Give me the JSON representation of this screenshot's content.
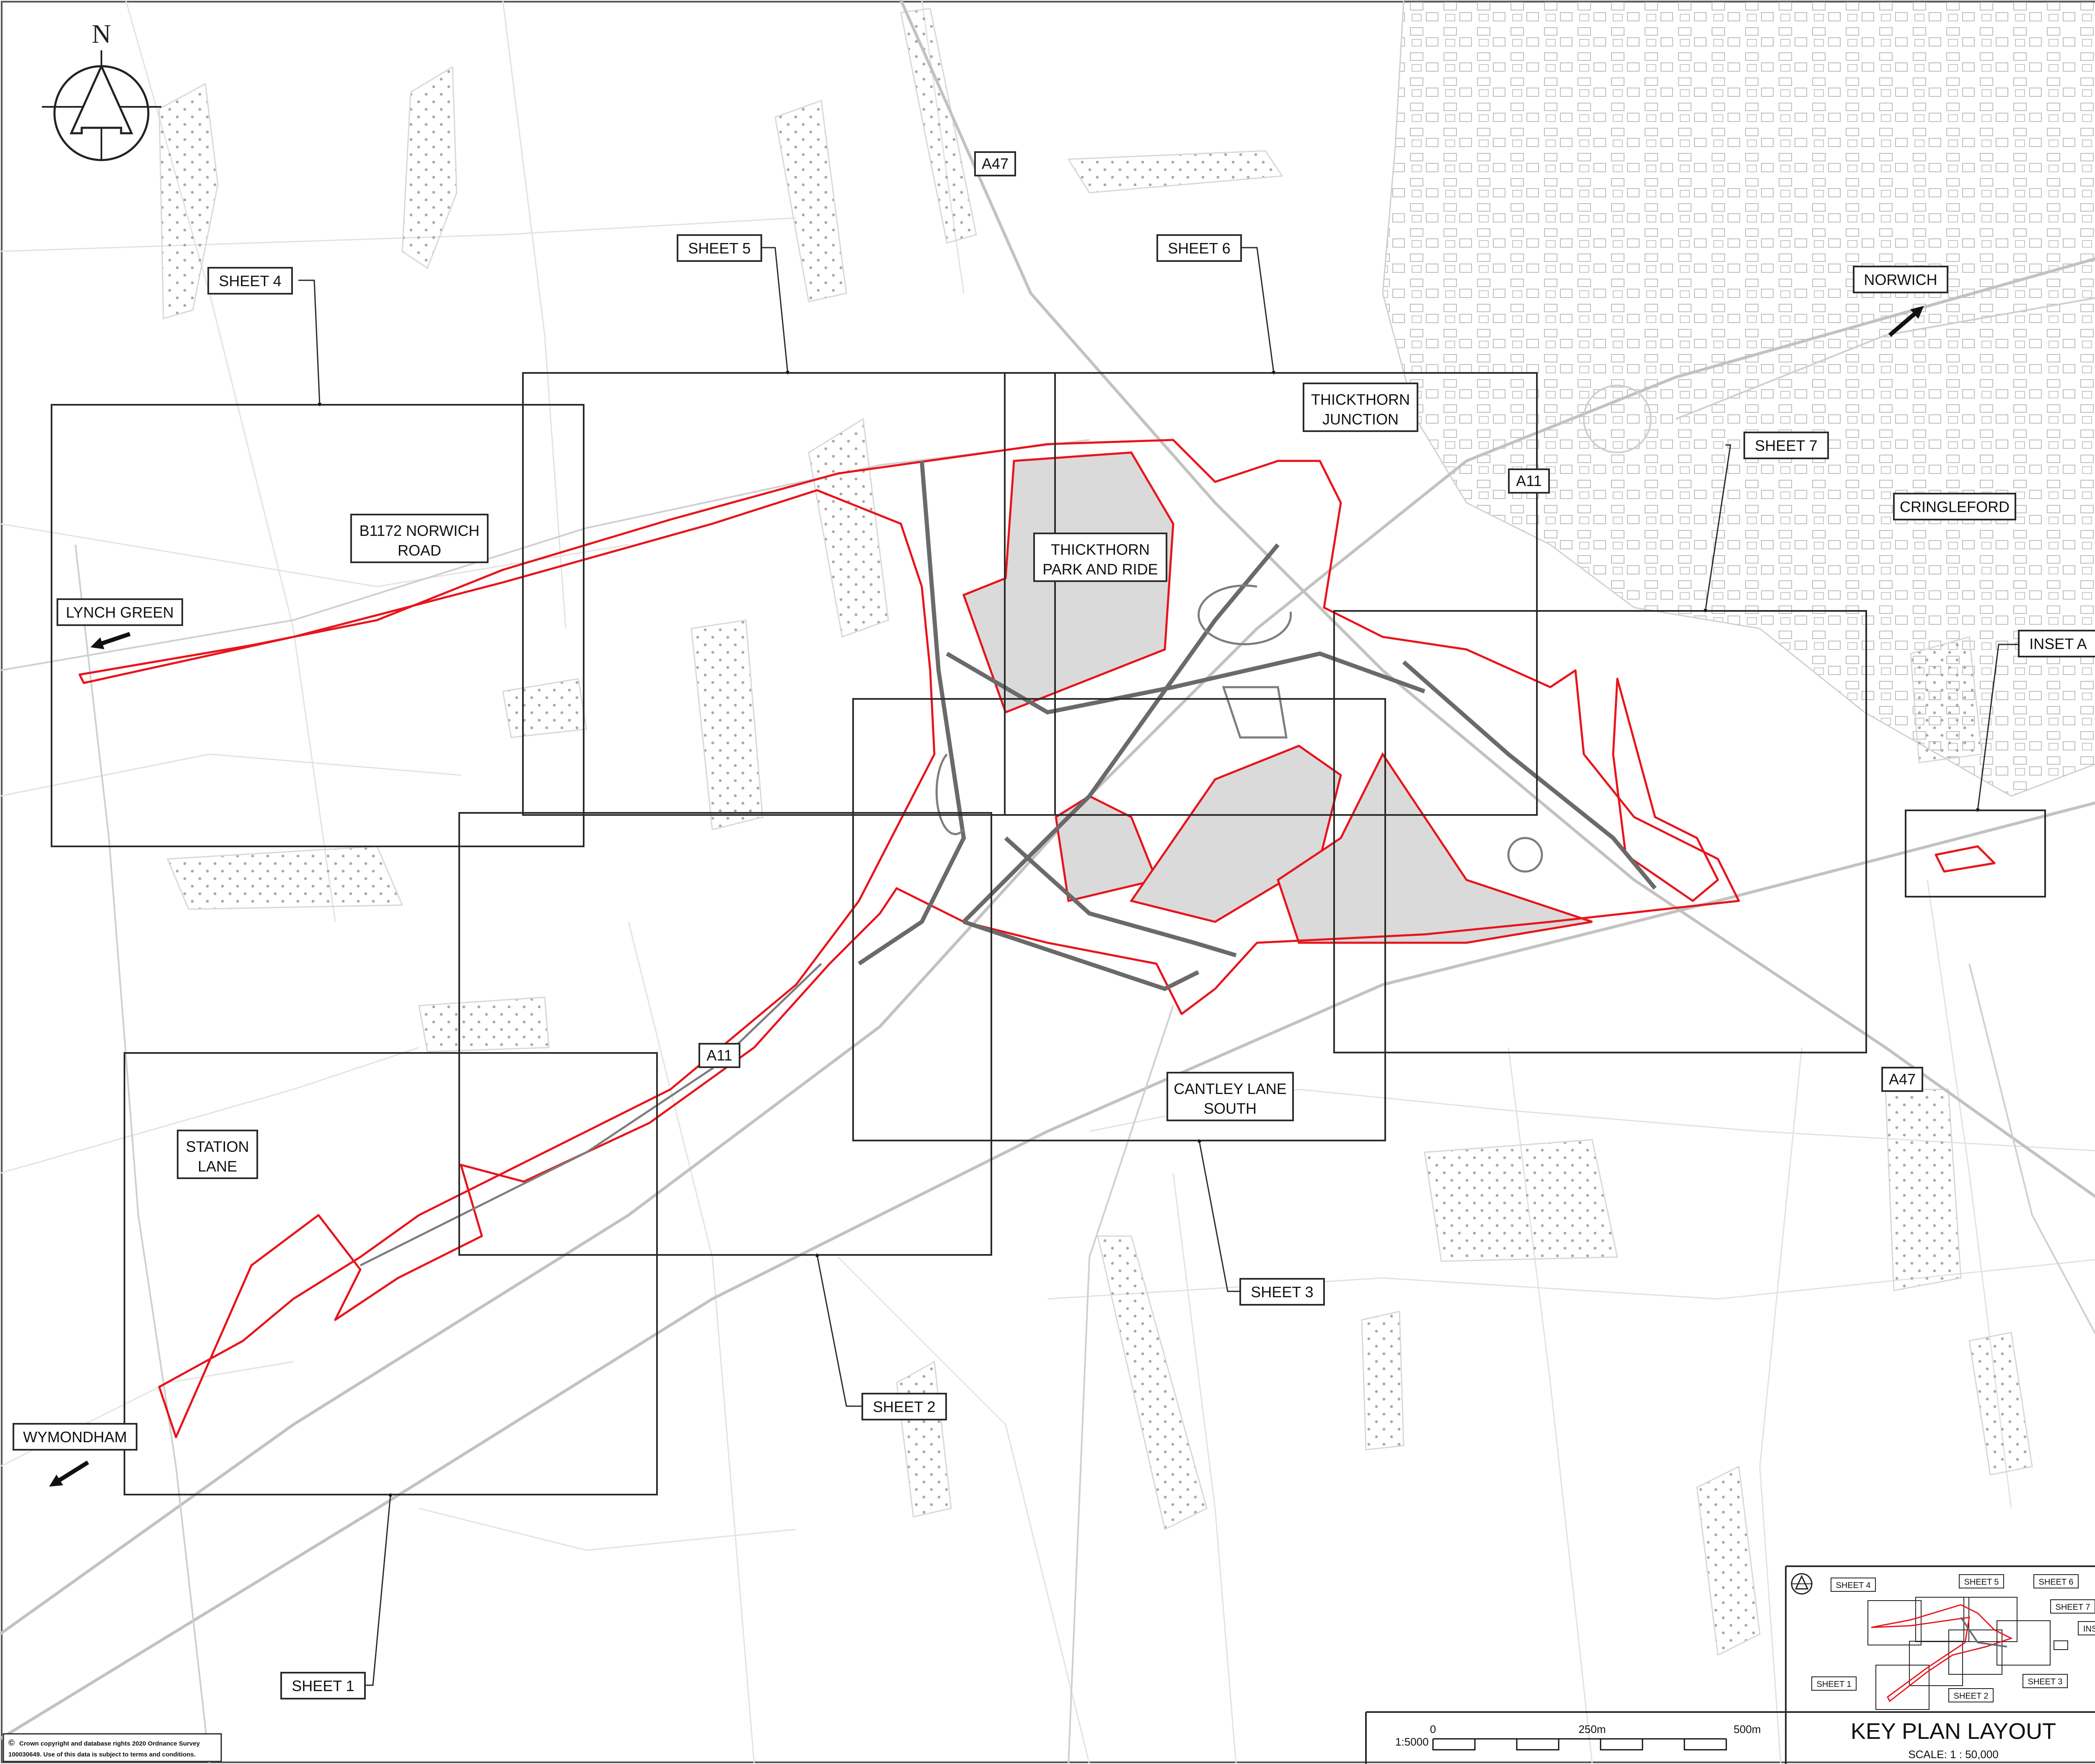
{
  "map": {
    "orientation_mark": "N",
    "labels": {
      "a47_north": "A47",
      "a47_south": "A47",
      "a11_north": "A11",
      "a11_south": "A11",
      "sheet1": "SHEET 1",
      "sheet2": "SHEET 2",
      "sheet3": "SHEET 3",
      "sheet4": "SHEET 4",
      "sheet5": "SHEET 5",
      "sheet6": "SHEET 6",
      "sheet7": "SHEET 7",
      "inset_a": "INSET A",
      "norwich": "NORWICH",
      "cringleford": "CRINGLEFORD",
      "lynch_green": "LYNCH GREEN",
      "wymondham": "WYMONDHAM",
      "b1172_line1": "B1172 NORWICH",
      "b1172_line2": "ROAD",
      "thickthorn_junction_line1": "THICKTHORN",
      "thickthorn_junction_line2": "JUNCTION",
      "park_ride_line1": "THICKTHORN",
      "park_ride_line2": "PARK AND RIDE",
      "station_lane_line1": "STATION",
      "station_lane_line2": "LANE",
      "cantley_line1": "CANTLEY LANE",
      "cantley_line2": "SOUTH"
    },
    "colors": {
      "boundary": "#e8141b",
      "scheme": "#6a6a6a",
      "base_map": "#cfcfcf",
      "shaded_area": "#dadada"
    }
  },
  "copyright": {
    "symbol": "©",
    "line1": "Crown copyright and database rights 2020 Ordnance Survey",
    "line2": "100030649. Use of this data is subject to terms and conditions."
  },
  "scale_bar": {
    "ratio": "1:5000",
    "tick_0": "0",
    "tick_250": "250m",
    "tick_500": "500m"
  },
  "key_plan": {
    "title": "KEY PLAN LAYOUT",
    "scale": "SCALE: 1 : 50,000",
    "labels": {
      "sheet1": "SHEET 1",
      "sheet2": "SHEET 2",
      "sheet3": "SHEET 3",
      "sheet4": "SHEET 4",
      "sheet5": "SHEET 5",
      "sheet6": "SHEET 6",
      "sheet7": "SHEET 7",
      "inset_a": "INSET A"
    }
  }
}
